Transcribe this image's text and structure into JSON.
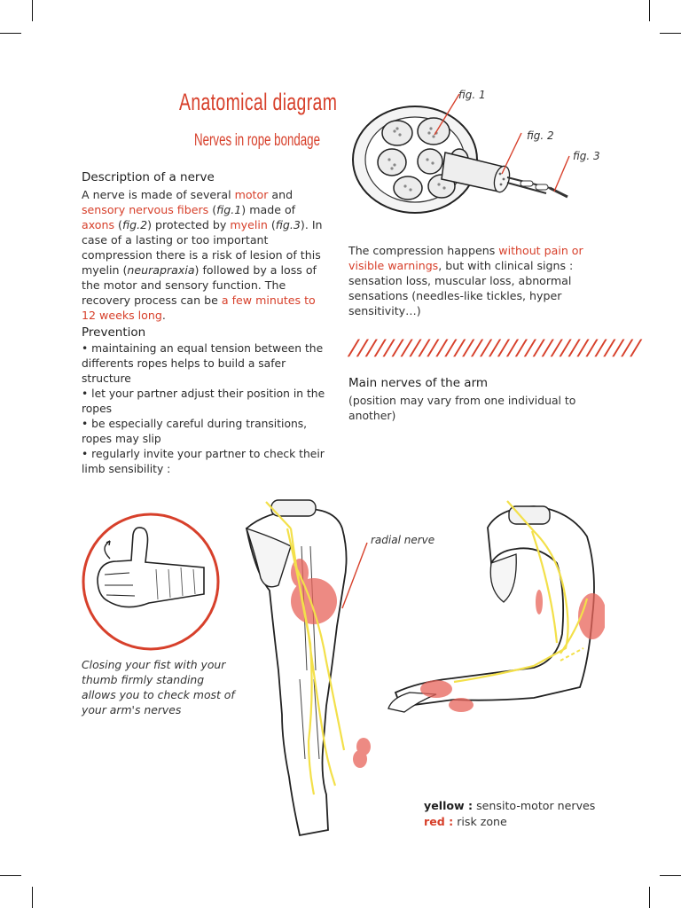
{
  "header": {
    "title": "Anatomical diagram",
    "subtitle": "Nerves in rope bondage"
  },
  "description": {
    "heading": "Description of a nerve",
    "paragraph": [
      {
        "t": "A nerve is made of several ",
        "s": "n"
      },
      {
        "t": "motor",
        "s": "r"
      },
      {
        "t": " and ",
        "s": "n"
      },
      {
        "t": "sensory nervous fibers",
        "s": "r"
      },
      {
        "t": " (",
        "s": "n"
      },
      {
        "t": "fig.1",
        "s": "i"
      },
      {
        "t": ") made of ",
        "s": "n"
      },
      {
        "t": "axons",
        "s": "r"
      },
      {
        "t": " (",
        "s": "n"
      },
      {
        "t": "fig.2",
        "s": "i"
      },
      {
        "t": ") protected by ",
        "s": "n"
      },
      {
        "t": "myelin",
        "s": "r"
      },
      {
        "t": " (",
        "s": "n"
      },
      {
        "t": "fig.3",
        "s": "i"
      },
      {
        "t": "). In case of a lasting or too important compression there is a risk of lesion of this myelin (",
        "s": "n"
      },
      {
        "t": "neurapraxia",
        "s": "i"
      },
      {
        "t": ") followed by a loss of the motor and sensory function. The recovery process can be ",
        "s": "n"
      },
      {
        "t": "a few minutes to 12 weeks long",
        "s": "r"
      },
      {
        "t": ".",
        "s": "n"
      }
    ]
  },
  "prevention": {
    "heading": "Prevention",
    "items": [
      "• maintaining an equal tension between the differents ropes helps to build a safer structure",
      "• let your partner adjust their position in the ropes",
      "• be especially careful during transitions, ropes may slip",
      "• regularly invite your partner to check their limb sensibility :"
    ]
  },
  "figures": {
    "fig1": "fig. 1",
    "fig2": "fig. 2",
    "fig3": "fig. 3"
  },
  "compression": {
    "paragraph": [
      {
        "t": "The compression happens ",
        "s": "n"
      },
      {
        "t": "without pain or visible warnings",
        "s": "r"
      },
      {
        "t": ", but with clinical signs : sensation loss, muscular loss, abnormal sensations (needles-like tickles, hyper sensitivity…)",
        "s": "n"
      }
    ]
  },
  "divider": "/////////////////////////////////",
  "main_nerves": {
    "heading": "Main nerves of the arm",
    "subtext": "(position may vary from one individual to another)"
  },
  "radial_label": "radial nerve",
  "fist_caption": "Closing your fist with your thumb firmly standing allows you to check most of your arm's nerves",
  "legend": {
    "yellow_key": "yellow :",
    "yellow_value": " sensito-motor nerves",
    "red_key": "red :",
    "red_value": " risk zone"
  },
  "colors": {
    "accent_red": "#d7402b",
    "nerve_yellow": "#f3e04a",
    "risk_red": "#e8645a"
  }
}
